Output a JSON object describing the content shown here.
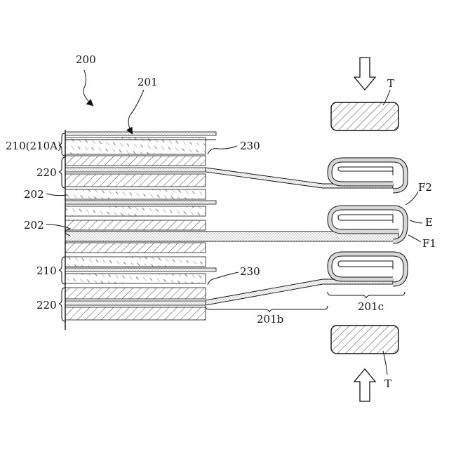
{
  "figure": {
    "labels": {
      "assembly": "200",
      "top_plate": "201",
      "layer_210A": "210(210A)",
      "layer_220_top": "220",
      "tab_230_top": "230",
      "sep_202_a": "202",
      "sep_202_b": "202",
      "layer_210": "210",
      "tab_230_bottom": "230",
      "layer_220_bottom": "220",
      "bend_201b": "201b",
      "fold_201c": "201c",
      "fold_F2": "F2",
      "fold_E": "E",
      "fold_F1": "F1",
      "tool_top": "T",
      "tool_bottom": "T"
    },
    "colors": {
      "line": "#111111",
      "hatch": "#444444",
      "dots": "#9a9a9a",
      "background": "#ffffff"
    }
  }
}
